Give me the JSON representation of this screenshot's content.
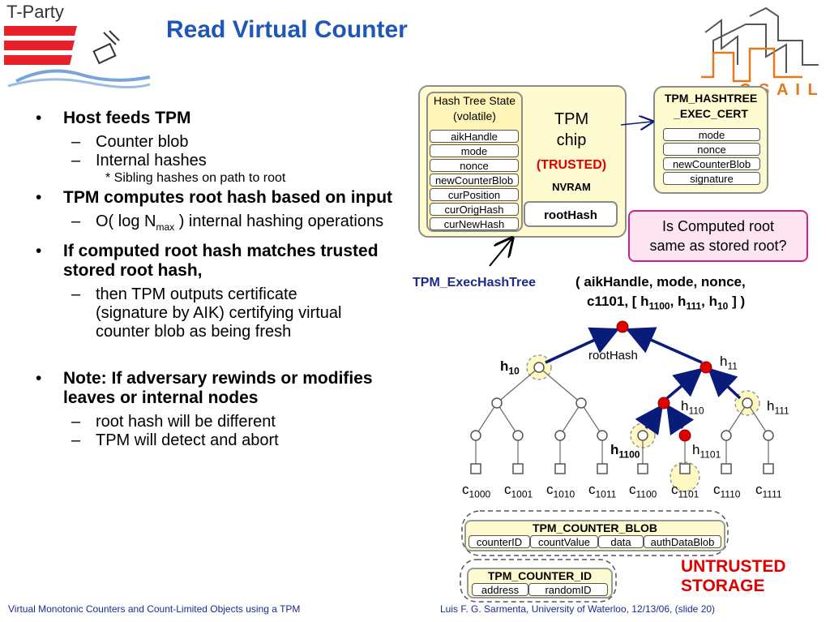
{
  "logo": {
    "text": "T-Party"
  },
  "csail": {
    "text": "C S A I L"
  },
  "title": "Read Virtual Counter",
  "bullets": [
    {
      "text": "Host feeds TPM",
      "subs": [
        "Counter blob",
        "Internal hashes"
      ],
      "subsub": "* Sibling hashes on path to root"
    },
    {
      "text": "TPM computes root hash based on input",
      "sub_pre": "O( log N",
      "sub_subscript": "max",
      "sub_post": " ) internal hashing operations"
    },
    {
      "text": "If computed root hash matches trusted stored root hash,",
      "sub": "then TPM outputs certificate (signature by AIK) certifying virtual counter blob as being fresh"
    },
    {
      "text": "Note: If adversary rewinds or modifies leaves or internal nodes",
      "subs": [
        "root hash will be different",
        "TPM will detect and abort"
      ]
    }
  ],
  "tpm_panel": {
    "hash_tree_title": "Hash Tree State",
    "hash_tree_sub": "(volatile)",
    "fields": [
      "aikHandle",
      "mode",
      "nonce",
      "newCounterBlob",
      "curPosition",
      "curOrigHash",
      "curNewHash"
    ],
    "tpm_line1": "TPM",
    "tpm_line2": "chip",
    "trusted": "(TRUSTED)",
    "nvram": "NVRAM",
    "root_hash": "rootHash"
  },
  "cert_panel": {
    "title1": "TPM_HASHTREE",
    "title2": "_EXEC_CERT",
    "fields": [
      "mode",
      "nonce",
      "newCounterBlob",
      "signature"
    ]
  },
  "question": {
    "line1": "Is Computed root",
    "line2": "same as stored root?"
  },
  "command": {
    "name": "TPM_ExecHashTree",
    "args1": "( aikHandle, mode, nonce,",
    "args2_pre": "c1101, [ h",
    "args2_s1": "1100",
    "args2_mid1": ", h",
    "args2_s2": "111",
    "args2_mid2": ", h",
    "args2_s3": "10",
    "args2_post": " ]  )"
  },
  "tree": {
    "root_label": "rootHash",
    "labels": {
      "h10": "10",
      "h11": "11",
      "h110": "110",
      "h111": "111",
      "h1100": "1100",
      "h1101": "1101"
    },
    "leaves": [
      "1000",
      "1001",
      "1010",
      "1011",
      "1100",
      "1101",
      "1110",
      "1111"
    ]
  },
  "counter_blob": {
    "title": "TPM_COUNTER_BLOB",
    "fields": [
      "counterID",
      "countValue",
      "data",
      "authDataBlob"
    ]
  },
  "counter_id": {
    "title": "TPM_COUNTER_ID",
    "fields": [
      "address",
      "randomID"
    ]
  },
  "untrusted": {
    "line1": "UNTRUSTED",
    "line2": "STORAGE"
  },
  "footer": {
    "left": "Virtual Monotonic Counters and Count-Limited Objects using a TPM",
    "right": "Luis F. G. Sarmenta, University of Waterloo, 12/13/06, (slide 20)"
  },
  "colors": {
    "title": "#1f57b8",
    "accent_red": "#e00000",
    "panel_fill": "#fffbd0",
    "question_fill": "#fde4f0",
    "question_border": "#cc2288",
    "tree_edge": "#0a1c7a",
    "node_red": "#e00000",
    "leaf_highlight": "#fff8c0"
  }
}
